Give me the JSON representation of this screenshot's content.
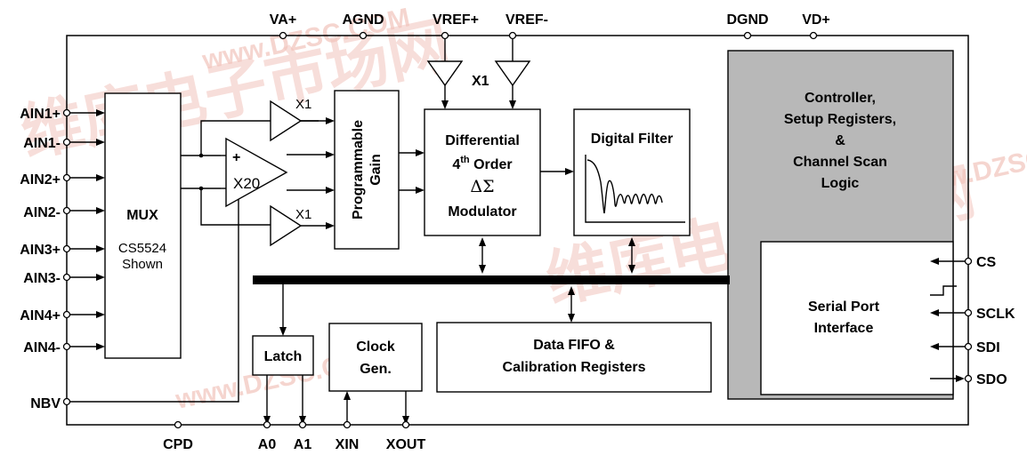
{
  "pins_top": {
    "va": "VA+",
    "agnd": "AGND",
    "vref_p": "VREF+",
    "vref_m": "VREF-",
    "dgnd": "DGND",
    "vd": "VD+"
  },
  "pins_left": {
    "ain1p": "AIN1+",
    "ain1m": "AIN1-",
    "ain2p": "AIN2+",
    "ain2m": "AIN2-",
    "ain3p": "AIN3+",
    "ain3m": "AIN3-",
    "ain4p": "AIN4+",
    "ain4m": "AIN4-",
    "nbv": "NBV"
  },
  "pins_bottom": {
    "cpd": "CPD",
    "a0": "A0",
    "a1": "A1",
    "xin": "XIN",
    "xout": "XOUT"
  },
  "pins_right": {
    "cs": "CS",
    "sclk": "SCLK",
    "sdi": "SDI",
    "sdo": "SDO"
  },
  "blocks": {
    "mux": {
      "title": "MUX",
      "sub1": "CS5524",
      "sub2": "Shown"
    },
    "pga": {
      "line1": "Programmable",
      "line2": "Gain"
    },
    "modulator": {
      "line1": "Differential",
      "line2": "4",
      "line2_sup": "th",
      "line2_rest": " Order",
      "line3": "ΔΣ",
      "line4": "Modulator"
    },
    "filter": {
      "title": "Digital Filter"
    },
    "controller": {
      "line1": "Controller,",
      "line2": "Setup Registers,",
      "line3": "&",
      "line4": "Channel Scan",
      "line5": "Logic"
    },
    "serial": {
      "line1": "Serial Port",
      "line2": "Interface"
    },
    "latch": {
      "title": "Latch"
    },
    "clock": {
      "line1": "Clock",
      "line2": "Gen."
    },
    "fifo": {
      "line1": "Data FIFO &",
      "line2": "Calibration Registers"
    }
  },
  "buffers": {
    "x1_top": "X1",
    "x20_sign": "+",
    "x20": "X20",
    "x1_bottom": "X1",
    "vref_buf": "X1"
  },
  "watermark": {
    "text": "www.DZSC.COM",
    "chars": "维库电子市场网"
  },
  "colors": {
    "controller_fill": "#b8b8b8",
    "watermark": "#f2c4bc"
  }
}
